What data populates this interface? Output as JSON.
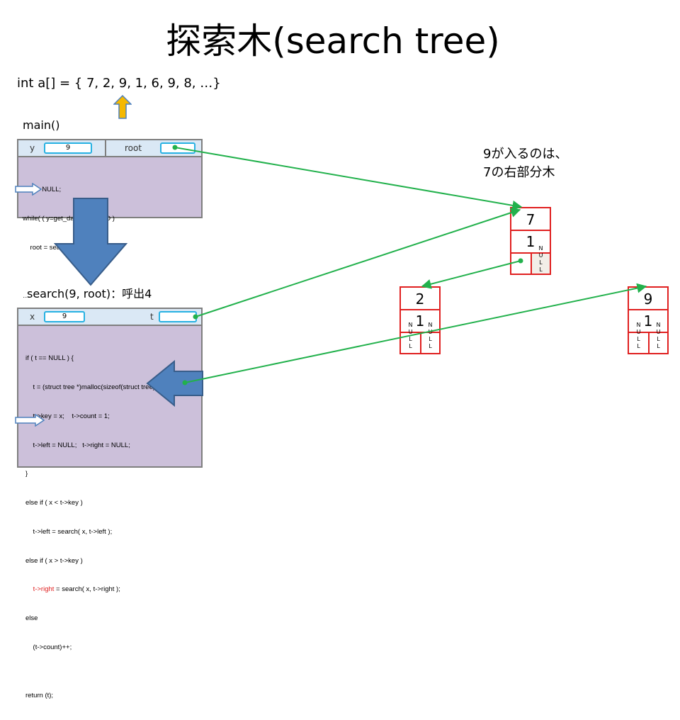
{
  "title": "探索木(search tree)",
  "array_text": "int a[] = { 7, 2, 9, 1, 6, 9, 8, …}",
  "main": {
    "label": "main()",
    "var_y": {
      "name": "y",
      "value": "9"
    },
    "var_root": {
      "name": "root"
    },
    "code": [
      "root = NULL;",
      "while( ( y=get_data() )!= EOD )",
      "    root = search( y, root )",
      "",
      "…"
    ]
  },
  "search": {
    "label": "search(9, root)：呼出4",
    "var_x": {
      "name": "x",
      "value": "9"
    },
    "var_t": {
      "name": "t"
    },
    "code": [
      "if ( t == NULL ) {",
      "    t = (struct tree *)malloc(sizeof(struct tree));",
      "    t->key = x;    t->count = 1;",
      "    t->left = NULL;   t->right = NULL;",
      "}",
      "else if ( x < t->key )",
      "    t->left = search( x, t->left );",
      "else if ( x > t->key )",
      "    t->right = search( x, t->right );",
      "else",
      "    (t->count)++;",
      "",
      "return (t);"
    ],
    "highlight_prefix": "    ",
    "highlight_red": "t->right",
    "highlight_rest": " = search( x, t->right );"
  },
  "note": {
    "line1": "9が入るのは、",
    "line2": "7の右部分木"
  },
  "nodes": {
    "n7": {
      "key": "7",
      "count": "1",
      "right_null": "N\nU\nL\nL"
    },
    "n2": {
      "key": "2",
      "count": "1",
      "left_null": "N\nU\nL\nL",
      "right_null": "N\nU\nL\nL"
    },
    "n9": {
      "key": "9",
      "count": "1",
      "left_null": "N\nU\nL\nL",
      "right_null": "N\nU\nL\nL"
    }
  },
  "colors": {
    "frame": "#ccc0da",
    "node_border": "#e02020",
    "pointer": "#22b14c",
    "box_border": "#27b1e2",
    "big_arrow": "#4f81bd",
    "up_arrow": "#f5b800"
  }
}
